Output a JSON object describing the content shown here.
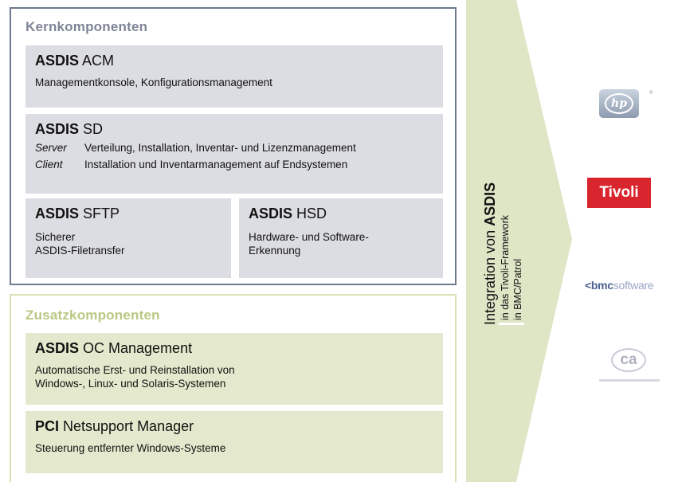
{
  "kern": {
    "title": "Kernkomponenten",
    "acm": {
      "brand": "ASDIS",
      "name": " ACM",
      "desc": "Managementkonsole, Konfigurationsmanagement"
    },
    "sd": {
      "brand": "ASDIS",
      "name": " SD",
      "server_label": "Server",
      "server_text": "Verteilung, Installation, Inventar- und Lizenzmanagement",
      "client_label": "Client",
      "client_text": "Installation und Inventarmanagement auf Endsystemen"
    },
    "sftp": {
      "brand": "ASDIS",
      "name": " SFTP",
      "desc1": "Sicherer",
      "desc2": "ASDIS-Filetransfer"
    },
    "hsd": {
      "brand": "ASDIS",
      "name": " HSD",
      "desc1": "Hardware- und Software-",
      "desc2": "Erkennung"
    }
  },
  "zusatz": {
    "title": "Zusatzkomponenten",
    "oc": {
      "brand": "ASDIS",
      "name": " OC Management",
      "desc1": "Automatische Erst- und Reinstallation von",
      "desc2": "Windows-, Linux- und Solaris-Systemen"
    },
    "pci": {
      "brand": "PCI",
      "name": " Netsupport Manager",
      "desc": "Steuerung entfernter Windows-Systeme"
    }
  },
  "integration": {
    "main": "Integration von ",
    "brand": "ASDIS",
    "line1": "in das Tivoli-Framework",
    "line2": "in BMC/Patrol"
  },
  "logos": {
    "hp": "hp",
    "hp_reg": "®",
    "tivoli": "Tivoli",
    "bmc_prefix": "<",
    "bmc_bold": "bmc",
    "bmc_rest": "software",
    "ca": "ca"
  },
  "colors": {
    "kern_border": "#6f7a8e",
    "kern_box": "#dcdde2",
    "zusatz_border": "#d8e2b4",
    "zusatz_box": "#e4e9cd",
    "arrow": "#dfe6c6",
    "tivoli": "#d9252e"
  }
}
